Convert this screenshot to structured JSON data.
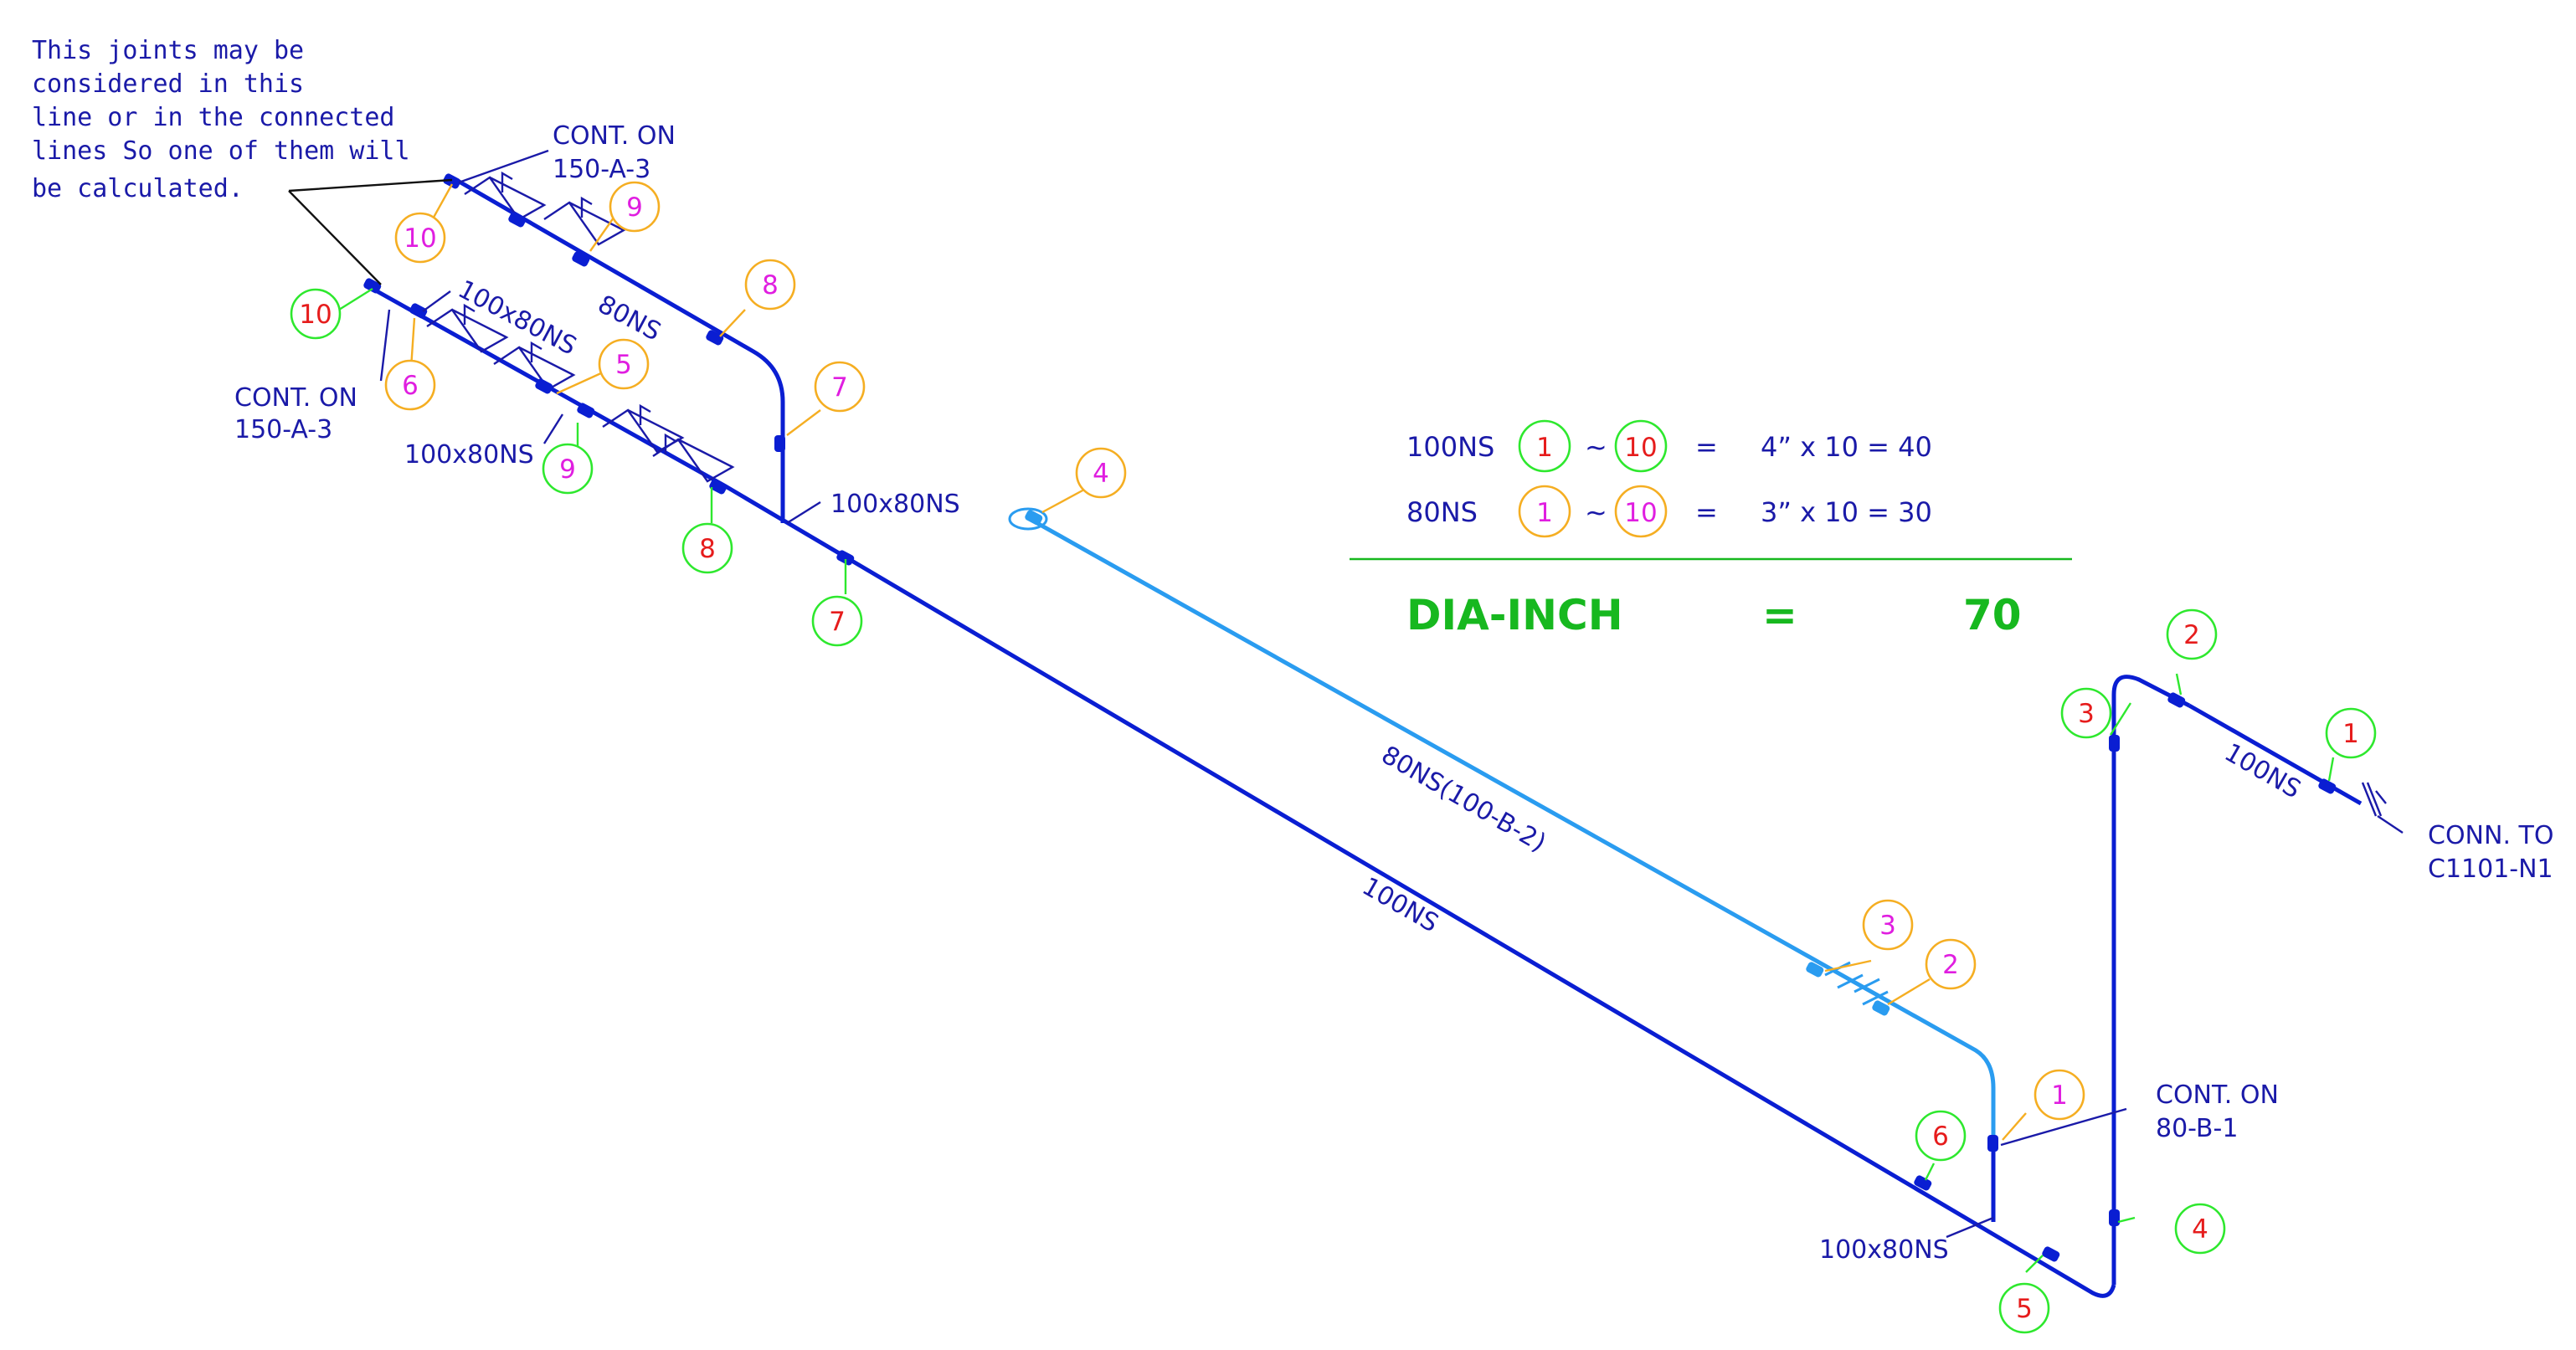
{
  "note": {
    "line1": "This joints may be",
    "line2": "considered in this",
    "line3": "line or in the connected",
    "line4": "lines So one of them will",
    "line5": "be calculated."
  },
  "labels": {
    "cont_on_top": "CONT. ON",
    "cont_on_top_ref": "150-A-3",
    "cont_on_left": "CONT. ON",
    "cont_on_left_ref": "150-A-3",
    "reducer_1": "100x80NS",
    "reducer_2": "100x80NS",
    "reducer_3": "100x80NS",
    "reducer_4": "100x80NS",
    "size_80ns": "80NS",
    "size_100ns_main": "100NS",
    "size_80ns_branch": "80NS(100-B-2)",
    "size_100ns_right": "100NS",
    "cont_on_right": "CONT. ON",
    "cont_on_right_ref": "80-B-1",
    "conn_to": "CONN. TO",
    "conn_to_ref": "C1101-N1"
  },
  "summary": {
    "row1_size": "100NS",
    "row1_from": "1",
    "row1_tilde": "~",
    "row1_to": "10",
    "row1_eq": "=",
    "row1_calc": "4” x 10 = 40",
    "row2_size": "80NS",
    "row2_from": "1",
    "row2_tilde": "~",
    "row2_to": "10",
    "row2_eq": "=",
    "row2_calc": "3” x 10 = 30",
    "total_label": "DIA-INCH",
    "total_eq": "=",
    "total_value": "70"
  },
  "joints_100ns": [
    "1",
    "2",
    "3",
    "4",
    "5",
    "6",
    "7",
    "8",
    "9",
    "10"
  ],
  "joints_80ns": [
    "1",
    "2",
    "3",
    "4",
    "5",
    "6",
    "7",
    "8",
    "9",
    "10"
  ],
  "colors": {
    "pipe_100ns": "#0a1ed2",
    "pipe_80ns_branch": "#2a9cf0",
    "text": "#1a1aa8",
    "bubble_100ns": "#2ee82e",
    "bubble_80ns": "#f5ae22",
    "number_100ns": "#e61c1c",
    "number_80ns": "#e01ee0",
    "total": "#17b81f"
  }
}
